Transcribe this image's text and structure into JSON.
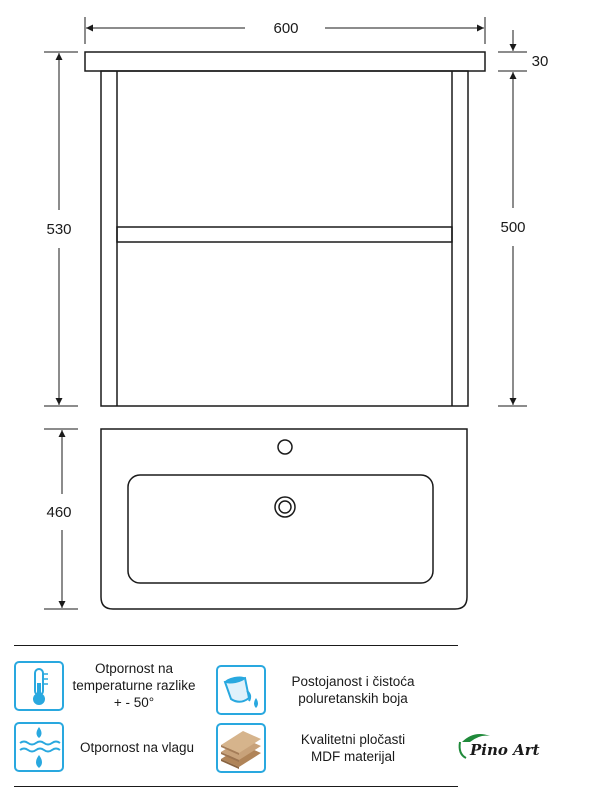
{
  "dimensions": {
    "width": "600",
    "top_thickness": "30",
    "cabinet_height": "530",
    "front_height": "500",
    "basin_depth": "460"
  },
  "features": [
    {
      "label": "Otpornost na temperaturne razlike + - 50°",
      "icon": "thermometer-icon"
    },
    {
      "label": "Postojanost i čistoća poluretanskih boja",
      "icon": "paint-bucket-icon"
    },
    {
      "label": "Otpornost na vlagu",
      "icon": "water-drops-icon"
    },
    {
      "label": "Kvalitetni pločasti MDF materijal",
      "icon": "mdf-boards-icon"
    }
  ],
  "brand": {
    "logo_text": "Pino Art"
  },
  "colors": {
    "line": "#1a1a1a",
    "icon_blue": "#29a8df",
    "icon_border": "#29a8df",
    "wood": "#c8a27a",
    "logo_green": "#1f8a3a"
  }
}
